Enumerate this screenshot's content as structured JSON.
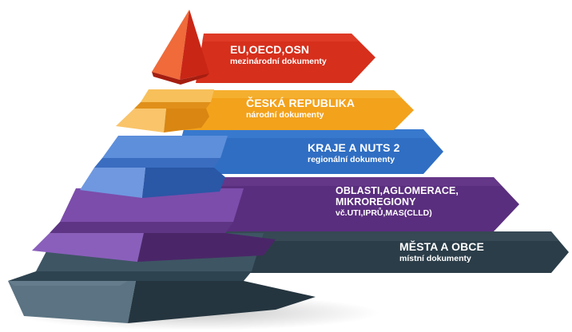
{
  "levels": [
    {
      "title": "EU,OECD,OSN",
      "subtitle": "mezinárodní dokumenty",
      "color": "#d62f1c"
    },
    {
      "title": "ČESKÁ REPUBLIKA",
      "subtitle": "národní dokumenty",
      "color": "#f3a21c"
    },
    {
      "title": "KRAJE A NUTS 2",
      "subtitle": "regionální dokumenty",
      "color": "#2f6ec3"
    },
    {
      "title_line1": "OBLASTI,AGLOMERACE,",
      "title_line2": "MIKROREGIONY",
      "subtitle": "vč.UTI,IPRŮ,MAS(CLLD)",
      "color": "#5a2e7e"
    },
    {
      "title": "MĚSTA A OBCE",
      "subtitle": "místní dokumenty",
      "color": "#2b3d48"
    }
  ]
}
